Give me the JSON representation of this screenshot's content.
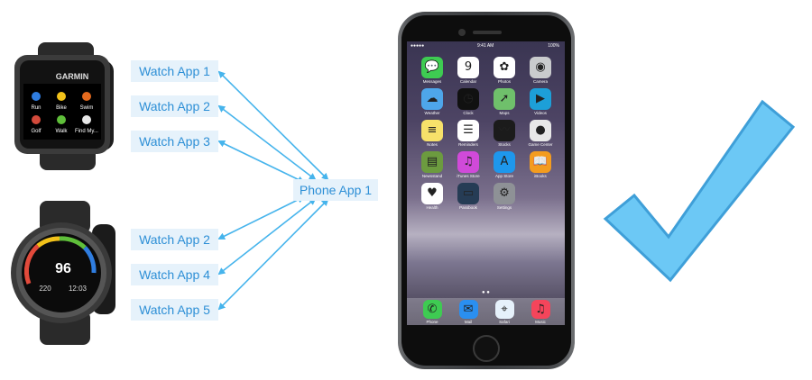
{
  "watch_apps_top": [
    {
      "label": "Watch App 1"
    },
    {
      "label": "Watch App 2"
    },
    {
      "label": "Watch App 3"
    }
  ],
  "watch_apps_bottom": [
    {
      "label": "Watch App 2"
    },
    {
      "label": "Watch App 4"
    },
    {
      "label": "Watch App 5"
    }
  ],
  "phone_app": {
    "label": "Phone App 1"
  },
  "watch_top_screen": {
    "brand": "GARMIN",
    "rows": [
      [
        "Run",
        "Bike",
        "Swim"
      ],
      [
        "Golf",
        "Walk",
        "Find My..."
      ]
    ]
  },
  "watch_bottom_screen": {
    "heart": "96",
    "left_value": "220",
    "right_value": "12:03"
  },
  "phone": {
    "status_carrier": "●●●●●",
    "status_time": "9:41 AM",
    "status_battery": "100%",
    "apps": [
      {
        "label": "Messages",
        "icon": "messages-icon",
        "color": "#3ecb52",
        "glyph": "💬"
      },
      {
        "label": "Calendar",
        "icon": "calendar-icon",
        "color": "#ffffff",
        "glyph": "9"
      },
      {
        "label": "Photos",
        "icon": "photos-icon",
        "color": "#ffffff",
        "glyph": "✿"
      },
      {
        "label": "Camera",
        "icon": "camera-icon",
        "color": "#c9cbcd",
        "glyph": "◉"
      },
      {
        "label": "Weather",
        "icon": "weather-icon",
        "color": "#4ea6ea",
        "glyph": "☁"
      },
      {
        "label": "Clock",
        "icon": "clock-icon",
        "color": "#111111",
        "glyph": "◷"
      },
      {
        "label": "Maps",
        "icon": "maps-icon",
        "color": "#6fc06b",
        "glyph": "➚"
      },
      {
        "label": "Videos",
        "icon": "videos-icon",
        "color": "#1d9fd8",
        "glyph": "▶"
      },
      {
        "label": "Notes",
        "icon": "notes-icon",
        "color": "#f7e16a",
        "glyph": "≡"
      },
      {
        "label": "Reminders",
        "icon": "reminders-icon",
        "color": "#ffffff",
        "glyph": "☰"
      },
      {
        "label": "Stocks",
        "icon": "stocks-icon",
        "color": "#1b1b1b",
        "glyph": "〰"
      },
      {
        "label": "Game Center",
        "icon": "game-center-icon",
        "color": "#e8e8e8",
        "glyph": "●"
      },
      {
        "label": "Newsstand",
        "icon": "newsstand-icon",
        "color": "#6c9b3f",
        "glyph": "▤"
      },
      {
        "label": "iTunes Store",
        "icon": "itunes-icon",
        "color": "#d04ad9",
        "glyph": "♫"
      },
      {
        "label": "App Store",
        "icon": "app-store-icon",
        "color": "#1e97ec",
        "glyph": "A"
      },
      {
        "label": "iBooks",
        "icon": "ibooks-icon",
        "color": "#f39c1f",
        "glyph": "📖"
      },
      {
        "label": "Health",
        "icon": "health-icon",
        "color": "#ffffff",
        "glyph": "♥"
      },
      {
        "label": "Passbook",
        "icon": "passbook-icon",
        "color": "#263c55",
        "glyph": "▭"
      },
      {
        "label": "Settings",
        "icon": "settings-icon",
        "color": "#8e9196",
        "glyph": "⚙"
      }
    ],
    "dock": [
      {
        "label": "Phone",
        "icon": "phone-icon",
        "color": "#3ecb52",
        "glyph": "✆"
      },
      {
        "label": "Mail",
        "icon": "mail-icon",
        "color": "#2a8ff0",
        "glyph": "✉"
      },
      {
        "label": "Safari",
        "icon": "safari-icon",
        "color": "#e6f1fb",
        "glyph": "⌖"
      },
      {
        "label": "Music",
        "icon": "music-icon",
        "color": "#f4455b",
        "glyph": "♫"
      }
    ]
  },
  "colors": {
    "arrow": "#46b4ec",
    "label_bg": "#e6f2fb",
    "label_text": "#2d8fd6",
    "check_fill": "#6cc8f5",
    "check_stroke": "#3f9fd8"
  }
}
